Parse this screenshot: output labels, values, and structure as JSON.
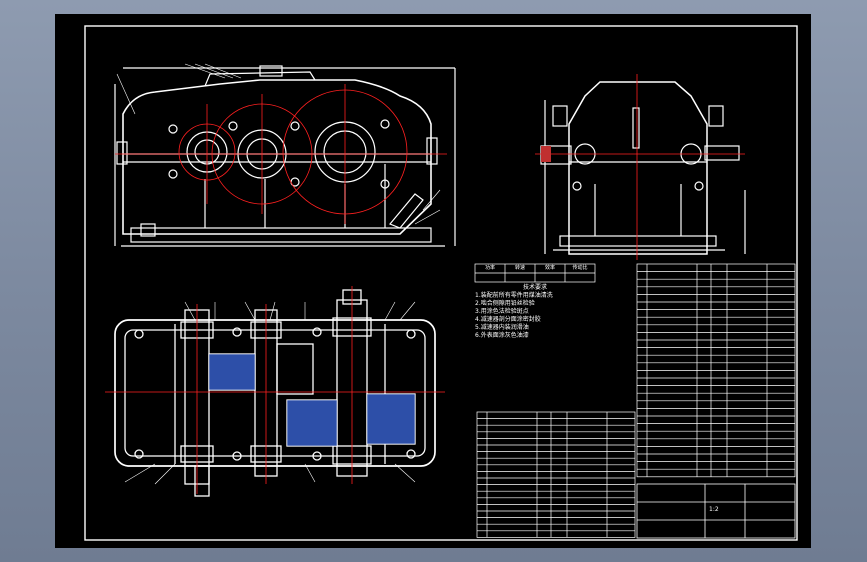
{
  "app": {
    "title": "",
    "zoom": ""
  },
  "colors": {
    "background": "#000000",
    "frame": "#ffffff",
    "center_line": "#ff2020",
    "dimension": "#ffffff",
    "accent_cyan": "#00c8ff",
    "accent_yellow": "#ffff40"
  },
  "title_block": {
    "company_label": "",
    "drawing_name": "",
    "scale": "1:2",
    "sheet": ""
  },
  "tech_notes": {
    "header": "技术要求",
    "lines": [
      "1.装配前所有零件用煤油清洗",
      "2.啮合侧隙用铅丝检验",
      "3.用涂色法检验斑点",
      "4.减速器剖分面涂密封胶",
      "5.减速器内装润滑油",
      "6.外表面涂灰色油漆"
    ]
  },
  "spec_table": {
    "headers": [
      "功率",
      "转速",
      "效率",
      "传动比"
    ],
    "row": [
      "",
      "",
      "",
      ""
    ]
  },
  "parts_list_right": {
    "rows": [
      "",
      "",
      "",
      "",
      "",
      "",
      "",
      "",
      "",
      "",
      "",
      "",
      "",
      "",
      "",
      "",
      "",
      "",
      "",
      "",
      "",
      "",
      "",
      "",
      "",
      "",
      "",
      ""
    ]
  },
  "parts_list_left": {
    "rows": [
      "",
      "",
      "",
      "",
      "",
      "",
      "",
      "",
      "",
      "",
      "",
      "",
      "",
      "",
      "",
      "",
      "",
      "",
      ""
    ]
  },
  "icons": [
    "gear-icon",
    "bearing-icon",
    "shaft-icon"
  ]
}
